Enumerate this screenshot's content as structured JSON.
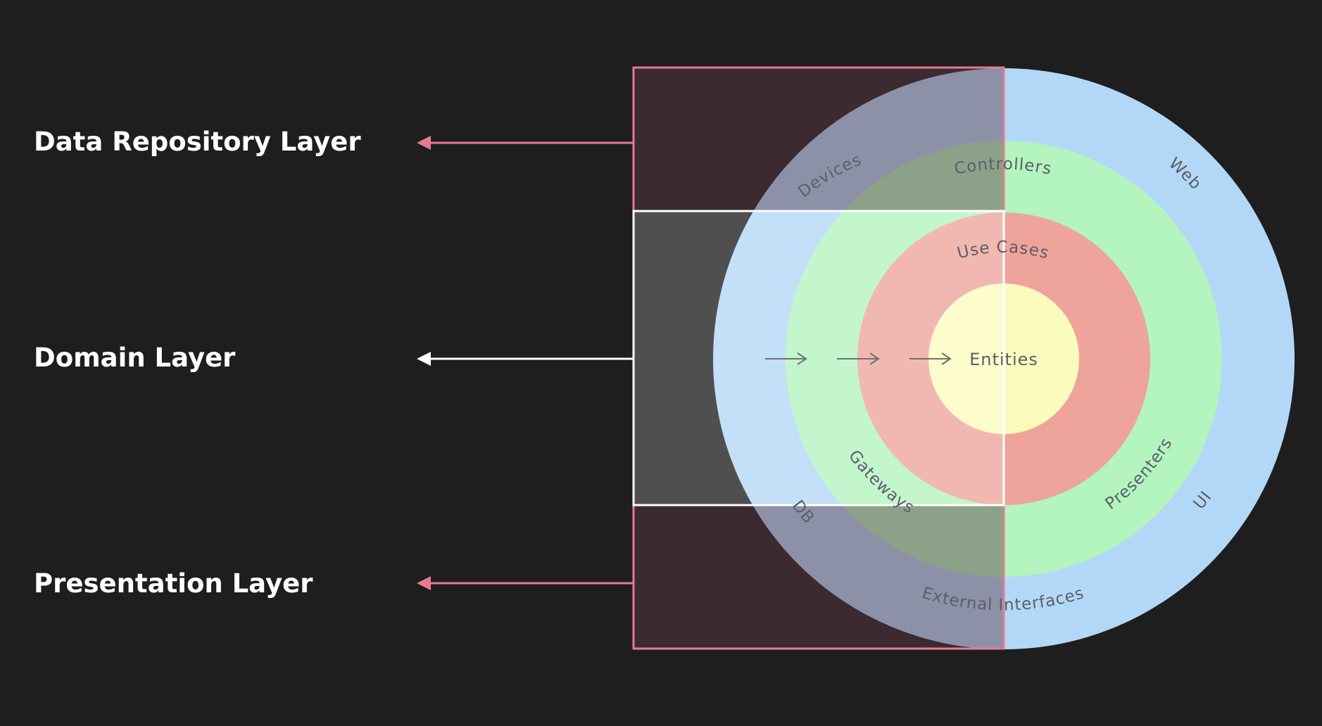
{
  "layers": {
    "data_repository": "Data Repository Layer",
    "domain": "Domain Layer",
    "presentation": "Presentation Layer"
  },
  "rings": {
    "entities": "Entities",
    "use_cases": "Use Cases",
    "controllers": "Controllers",
    "gateways": "Gateways",
    "presenters": "Presenters",
    "devices": "Devices",
    "web": "Web",
    "db": "DB",
    "ui": "UI",
    "external_interfaces": "External Interfaces"
  },
  "colors": {
    "background": "#1e1e1e",
    "outer_ring": "#b3d8f7",
    "green_ring": "#b3f4bf",
    "red_ring": "#eea49b",
    "entities_core": "#fbfbbe",
    "data_presentation_accent": "#e57b92",
    "domain_accent": "#ffffff"
  }
}
